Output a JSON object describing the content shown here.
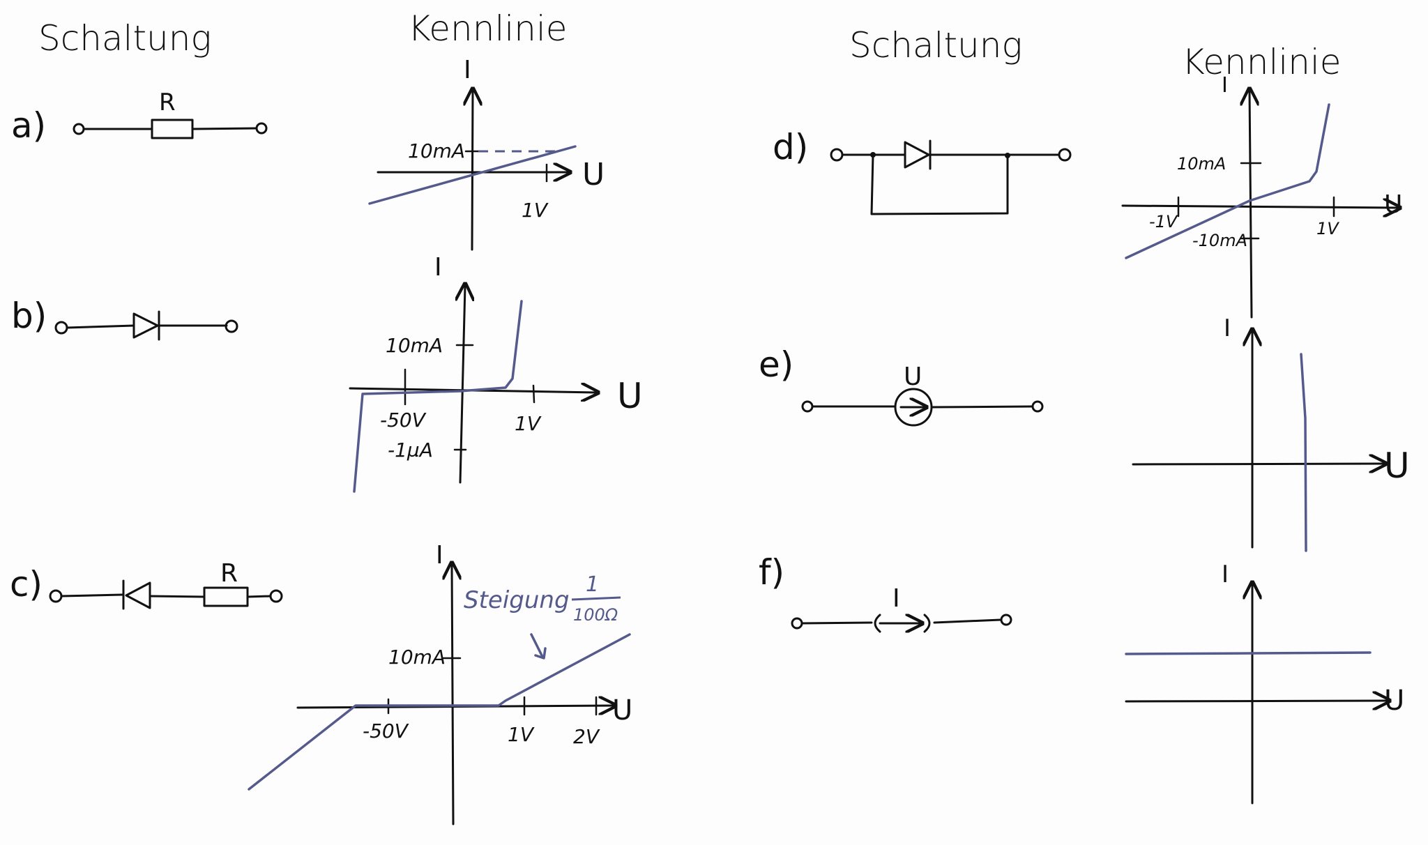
{
  "headers": {
    "left_circuit": "Schaltung",
    "left_curve": "Kennlinie",
    "right_circuit": "Schaltung",
    "right_curve": "Kennlinie"
  },
  "rows": {
    "a": {
      "label": "a)",
      "component": "R",
      "axis_i": "I",
      "axis_u": "U",
      "tick_i": "10mA",
      "tick_u": "1V"
    },
    "b": {
      "label": "b)",
      "axis_i": "I",
      "axis_u": "U",
      "tick_i_pos": "10mA",
      "tick_i_neg": "-1µA",
      "tick_u_neg": "-50V",
      "tick_u_pos": "1V"
    },
    "c": {
      "label": "c)",
      "component": "R",
      "axis_i": "I",
      "axis_u": "U",
      "tick_i": "10mA",
      "tick_u_neg": "-50V",
      "tick_u1": "1V",
      "tick_u2": "2V",
      "note": "Steigung",
      "slope_num": "1",
      "slope_den": "100Ω"
    },
    "d": {
      "label": "d)",
      "axis_i": "I",
      "axis_u": "U",
      "tick_i_pos": "10mA",
      "tick_i_neg": "-10mA",
      "tick_u_neg": "-1V",
      "tick_u_pos": "1V"
    },
    "e": {
      "label": "e)",
      "source": "U",
      "axis_i": "I",
      "axis_u": "U"
    },
    "f": {
      "label": "f)",
      "source": "I",
      "axis_i": "I",
      "axis_u": "U"
    }
  }
}
